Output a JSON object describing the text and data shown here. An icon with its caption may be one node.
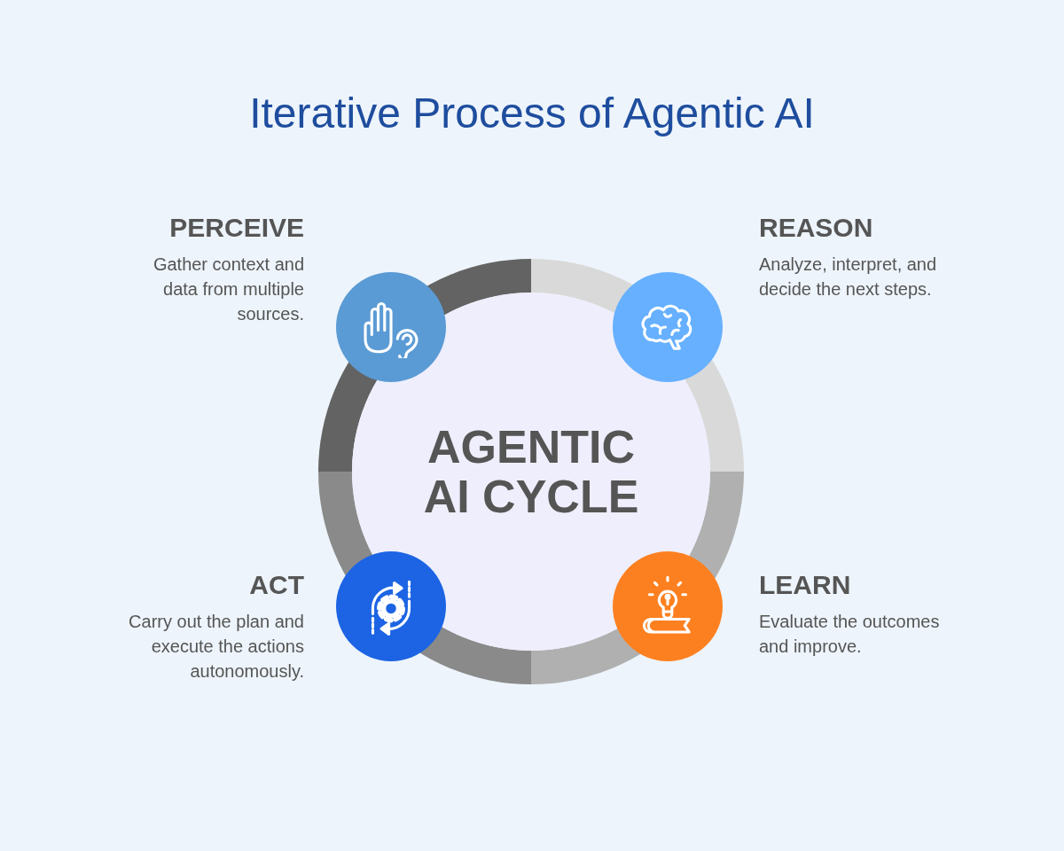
{
  "diagram": {
    "title": "Iterative Process of Agentic AI",
    "nodes": [
      {
        "text": [
          "PERCEIVE",
          "Gather context and data from multiple sources."
        ]
      },
      {
        "text": [
          "REASON",
          "Analyze, interpret, and decide the next steps."
        ]
      },
      {
        "text": [
          "AGENTIC AI CYCLE"
        ]
      },
      {
        "text": [
          "ACT",
          "Carry out the plan and execute the actions autonomously."
        ]
      },
      {
        "text": [
          "LEARN",
          "Evaluate the outcomes and improve."
        ]
      }
    ]
  }
}
